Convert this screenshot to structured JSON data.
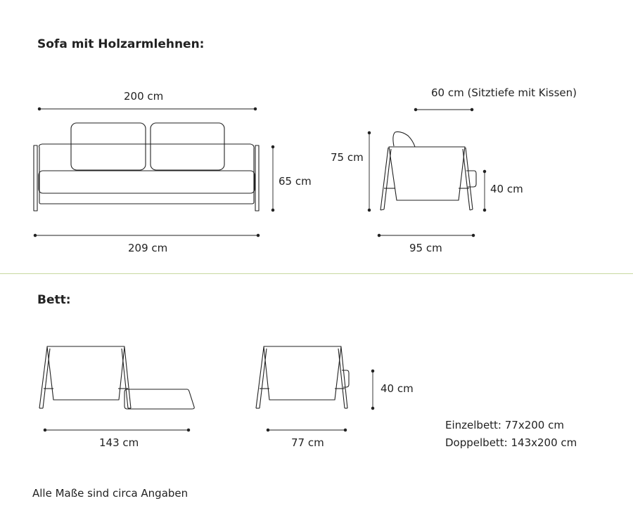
{
  "sofa": {
    "heading": "Sofa mit Holzarmlehnen:",
    "width_top": "200 cm",
    "width_bottom": "209 cm",
    "height_front": "65 cm",
    "seat_depth": "60 cm (Sitztiefe mit Kissen)",
    "height_side": "75 cm",
    "seat_height": "40 cm",
    "depth": "95 cm"
  },
  "bed": {
    "heading": "Bett:",
    "width_double": "143 cm",
    "width_single": "77 cm",
    "height": "40 cm",
    "single_size": "Einzelbett: 77x200 cm",
    "double_size": "Doppelbett: 143x200 cm"
  },
  "footnote": "Alle Maße sind circa Angaben",
  "colors": {
    "line": "#222222",
    "divider": "#c8d8a0"
  }
}
